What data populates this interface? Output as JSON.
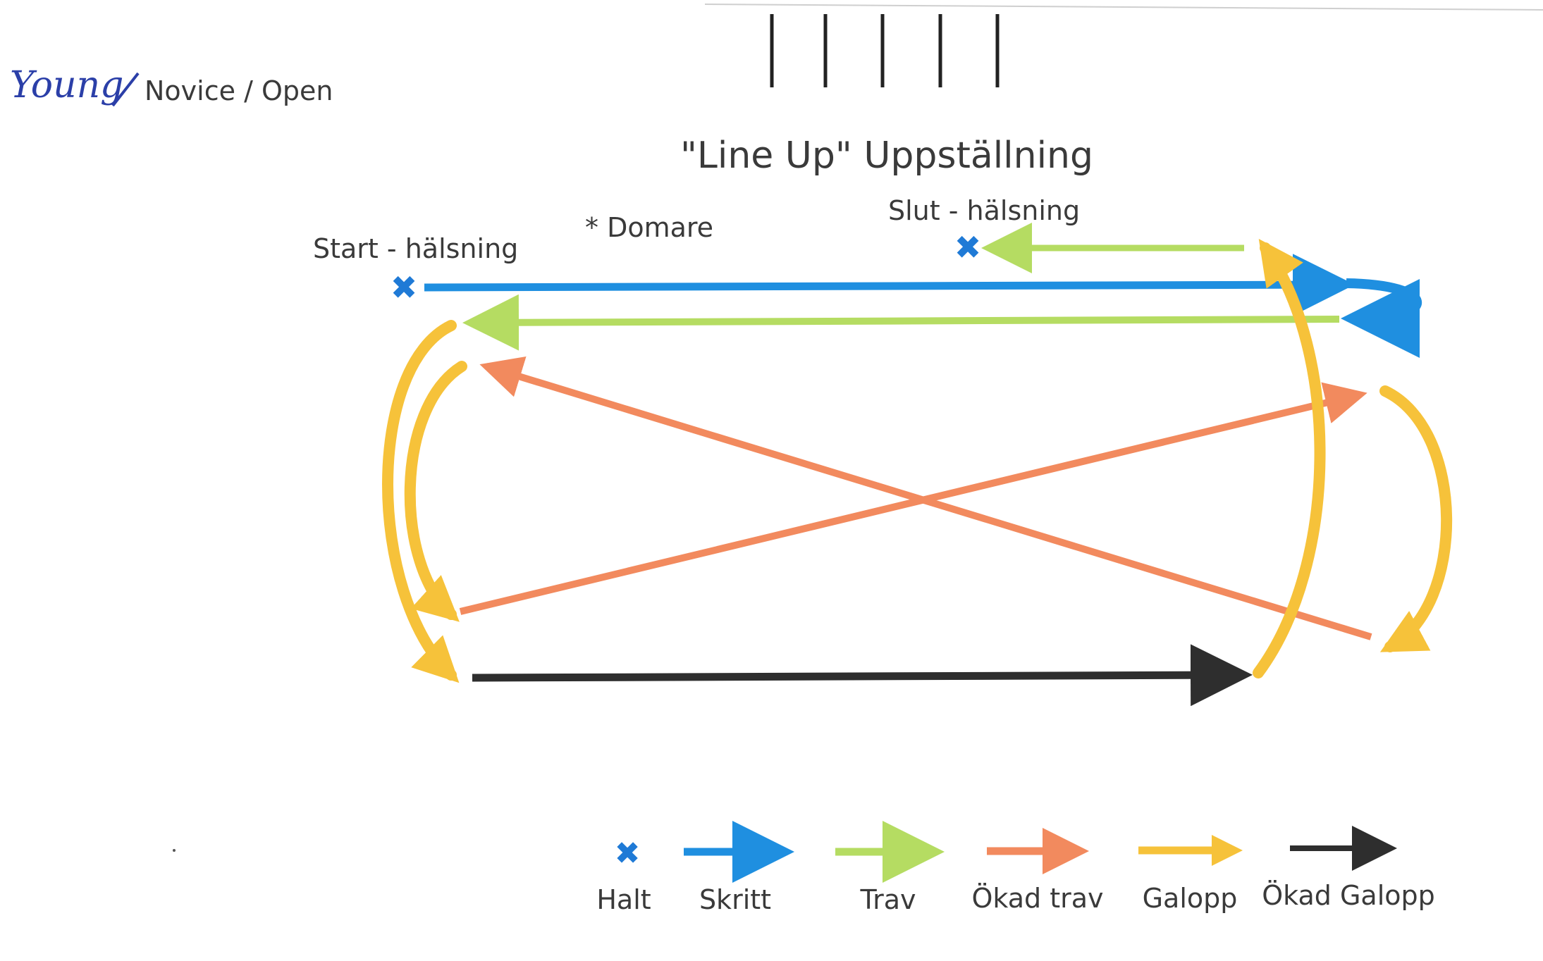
{
  "header": {
    "handwritten": "Young",
    "categories": "Novice / Open"
  },
  "title": "\"Line Up\" Uppställning",
  "labels": {
    "start": "Start - hälsning",
    "judge": "* Domare",
    "end": "Slut - hälsning"
  },
  "legend": [
    {
      "label": "Halt",
      "color": "#1f7ad6",
      "icon": "x-mark-icon"
    },
    {
      "label": "Skritt",
      "color": "#1f8fe0",
      "icon": "arrow-icon"
    },
    {
      "label": "Trav",
      "color": "#b5dc62",
      "icon": "arrow-icon"
    },
    {
      "label": "Ökad trav",
      "color": "#f28a5e",
      "icon": "arrow-icon"
    },
    {
      "label": "Galopp",
      "color": "#f6c23a",
      "icon": "arrow-icon"
    },
    {
      "label": "Ökad Galopp",
      "color": "#2e2e2e",
      "icon": "arrow-icon"
    }
  ],
  "colors": {
    "halt": "#1f7ad6",
    "skritt": "#1f8fe0",
    "trav": "#b5dc62",
    "okad_trav": "#f28a5e",
    "galopp": "#f6c23a",
    "okad_galopp": "#2e2e2e"
  }
}
